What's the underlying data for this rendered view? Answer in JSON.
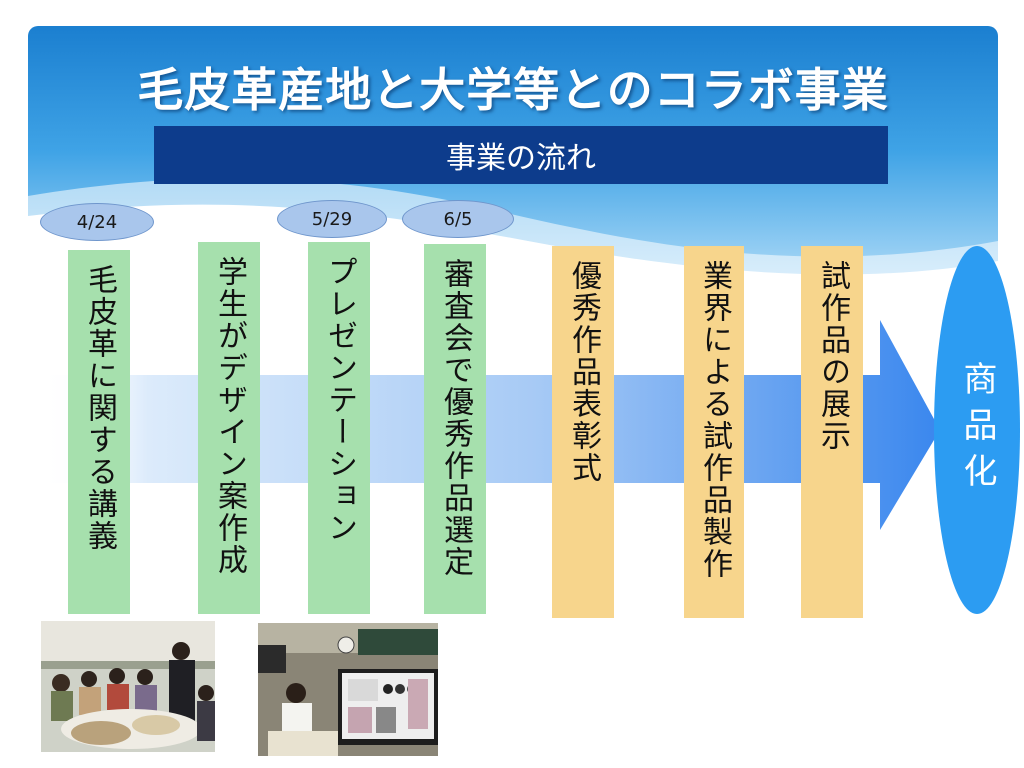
{
  "slide": {
    "title": "毛皮革産地と大学等とのコラボ事業",
    "subtitle": "事業の流れ"
  },
  "dates": [
    {
      "label": "4/24"
    },
    {
      "label": "5/29"
    },
    {
      "label": "6/5"
    }
  ],
  "steps": [
    {
      "label": "毛皮革に関する講義"
    },
    {
      "label": "学生がデザイン案作成"
    },
    {
      "label": "プレゼンテーション"
    },
    {
      "label": "審査会で優秀作品選定"
    },
    {
      "label": "優秀作品表彰式"
    },
    {
      "label": "業界による試作品製作"
    },
    {
      "label": "試作品の展示"
    }
  ],
  "goal": {
    "label": "商品化"
  },
  "photos": [
    {
      "name": "lecture-photo"
    },
    {
      "name": "presentation-photo"
    }
  ],
  "colors": {
    "header_blue": "#1e88d6",
    "subtitle_bar": "#0d3c8c",
    "date_ellipse": "#a9c6ec",
    "step_green": "#a6e0ad",
    "step_orange": "#f7d58c",
    "arrow_blue": "#3d8ef0",
    "goal_circle": "#2c9cf2"
  }
}
